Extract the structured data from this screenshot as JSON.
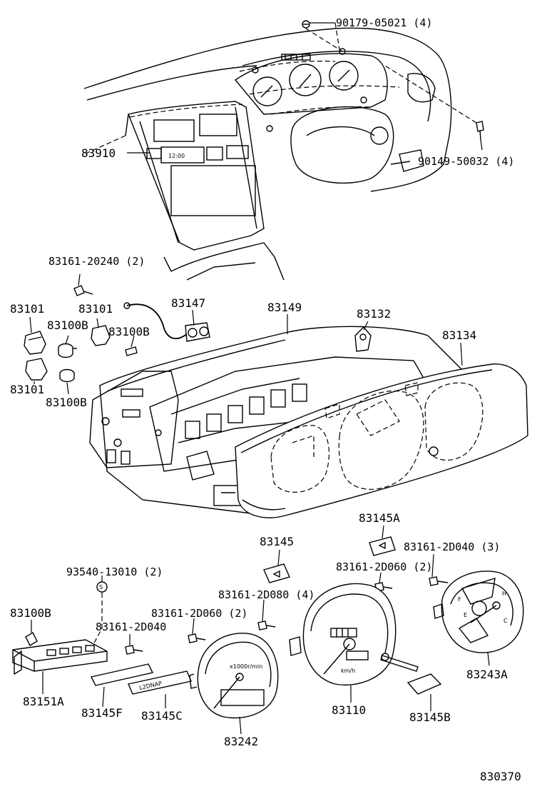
{
  "labels": {
    "p90179": "90179-05021 (4)",
    "p90149": "90149-50032 (4)",
    "p83910": "83910",
    "p83161_20240": "83161-20240 (2)",
    "p83101_a": "83101",
    "p83101_b": "83101",
    "p83101_c": "83101",
    "p83100B_a": "83100B",
    "p83100B_b": "83100B",
    "p83100B_c": "83100B",
    "p83100B_d": "83100B",
    "p83147": "83147",
    "p83149": "83149",
    "p83132": "83132",
    "p83134": "83134",
    "p83145A": "83145A",
    "p83145": "83145",
    "p83161_2D040_3": "83161-2D040 (3)",
    "p83161_2D060_2a": "83161-2D060 (2)",
    "p93540": "93540-13010 (2)",
    "p83161_2D080": "83161-2D080 (4)",
    "p83161_2D060_2b": "83161-2D060 (2)",
    "p83161_2D040": "83161-2D040",
    "p83151A": "83151A",
    "p83145F": "83145F",
    "p83145C": "83145C",
    "p83242": "83242",
    "p83110": "83110",
    "p83145B": "83145B",
    "p83243A": "83243A",
    "figure_code": "830370"
  },
  "gauge_text": {
    "clock": "12:00",
    "odo_unit": "km/h",
    "tach_unit": "x1000r/min",
    "plate": "L2DNAP",
    "fuel_f": "F",
    "fuel_e": "E",
    "temp_h": "H",
    "temp_c": "C"
  }
}
